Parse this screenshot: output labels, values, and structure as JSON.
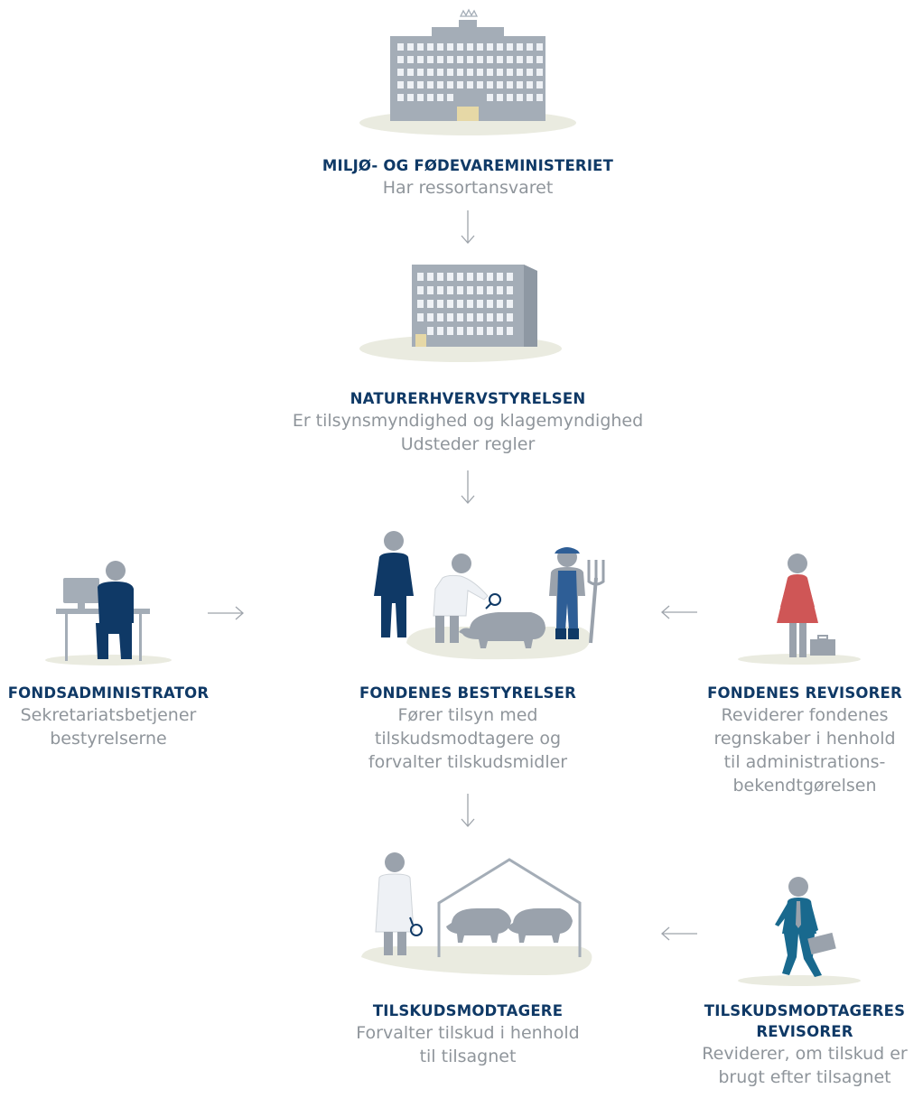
{
  "nodes": {
    "ministry": {
      "title": "MILJØ- OG FØDEVAREMINISTERIET",
      "lines": [
        "Har ressortansvaret"
      ]
    },
    "agency": {
      "title": "NATURERHVERVSTYRELSEN",
      "lines": [
        "Er tilsynsmyndighed og klagemyndighed",
        "Udsteder regler"
      ]
    },
    "fund_admin": {
      "title": "FONDSADMINISTRATOR",
      "lines": [
        "Sekretariatsbetjener",
        "bestyrelserne"
      ]
    },
    "boards": {
      "title": "FONDENES BESTYRELSER",
      "lines": [
        "Fører tilsyn med",
        "tilskudsmodtagere og",
        "forvalter tilskudsmidler"
      ]
    },
    "auditors": {
      "title": "FONDENES REVISORER",
      "lines": [
        "Reviderer fondenes",
        "regnskaber i henhold",
        "til administrations-",
        "bekendtgørelsen"
      ]
    },
    "recipients": {
      "title": "TILSKUDSMODTAGERE",
      "lines": [
        "Forvalter tilskud i henhold",
        "til tilsagnet"
      ]
    },
    "recipient_auditors": {
      "title_lines": [
        "TILSKUDSMODTAGERES",
        "REVISORER"
      ],
      "lines": [
        "Reviderer, om tilskud er",
        "brugt efter tilsagnet"
      ]
    }
  },
  "colors": {
    "title_text": "#0f3966",
    "body_text": "#8f959b",
    "building": "#a4adb7",
    "window": "#eef1f5",
    "door": "#e6d8a6",
    "ground": "#eaebe0",
    "person_grey": "#9aa2ac",
    "person_navy": "#0f3966",
    "farmer_blue": "#2e5e96",
    "auditor_red": "#cf5656",
    "teal_suit": "#19698e",
    "arrow": "#9ea4ab"
  },
  "icons": [
    "ministry-building-icon",
    "agency-building-icon",
    "fund-admin-desk-icon",
    "boards-group-icon",
    "auditor-woman-icon",
    "barn-pigs-icon",
    "businessman-icon"
  ]
}
